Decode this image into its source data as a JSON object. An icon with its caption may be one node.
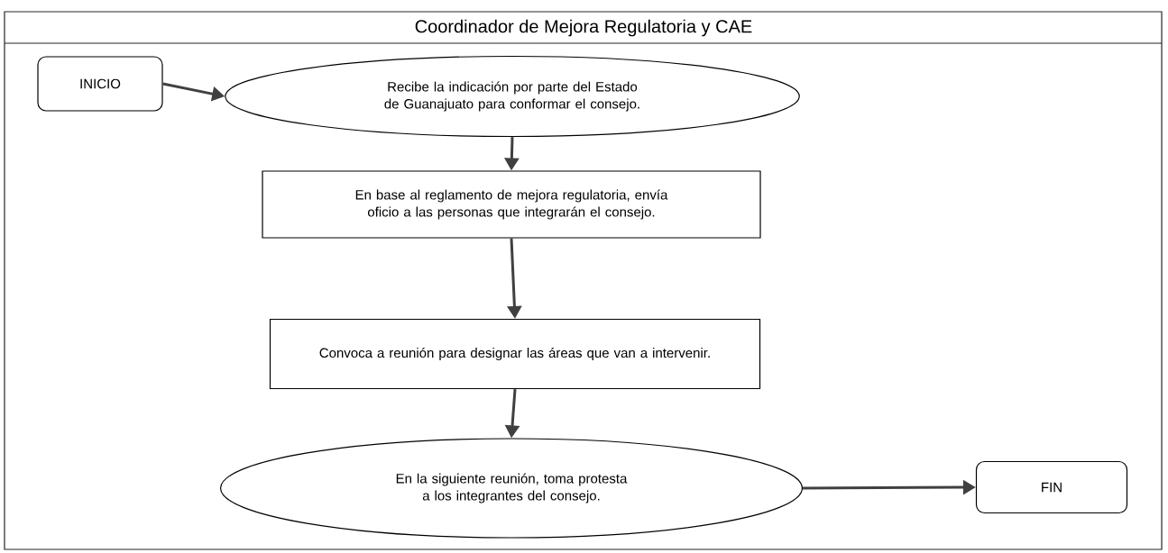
{
  "diagram": {
    "title": "Coordinador de Mejora Regulatoria y CAE",
    "nodes": [
      {
        "text": [
          "INICIO"
        ]
      },
      {
        "text": [
          "Recibe la indicación por parte del Estado de Guanajuato para conformar el consejo."
        ]
      },
      {
        "text": [
          "En base al reglamento de mejora regulatoria, envía oficio a las personas que integrarán el consejo."
        ]
      },
      {
        "text": [
          "Convoca a reunión para designar las áreas que van a intervenir."
        ]
      },
      {
        "text": [
          "En la siguiente reunión, toma protesta a los integrantes del consejo."
        ]
      },
      {
        "text": [
          "FIN"
        ]
      }
    ],
    "edges": [
      {
        "from": 0,
        "to": 1,
        "arrow": "to"
      },
      {
        "from": 1,
        "to": 2,
        "arrow": "to"
      },
      {
        "from": 2,
        "to": 3,
        "arrow": "to"
      },
      {
        "from": 3,
        "to": 4,
        "arrow": "to"
      },
      {
        "from": 4,
        "to": 5,
        "arrow": "to"
      }
    ]
  }
}
